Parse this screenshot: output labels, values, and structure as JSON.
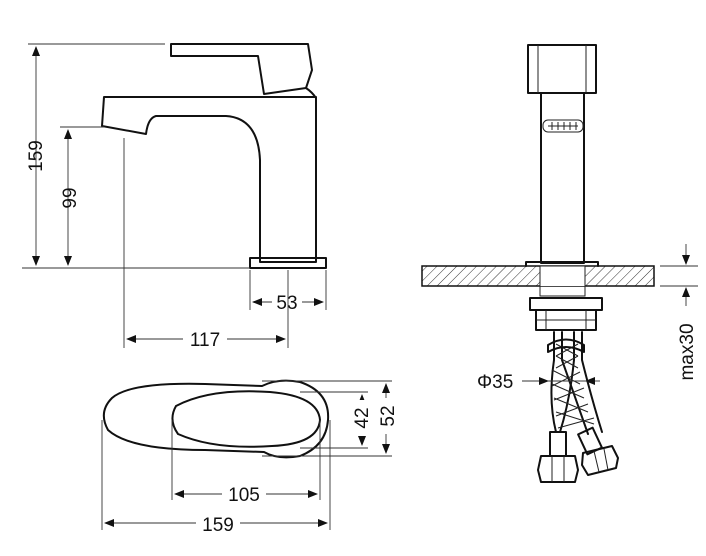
{
  "dimensions": {
    "height_total": "159",
    "spout_height": "99",
    "base_width": "53",
    "spout_reach": "117",
    "handle_width_inner": "42",
    "handle_width_outer": "52",
    "top_length_inner": "105",
    "top_length_total": "159",
    "pipe_diameter": "Φ35",
    "max_deck_thickness": "max30"
  }
}
